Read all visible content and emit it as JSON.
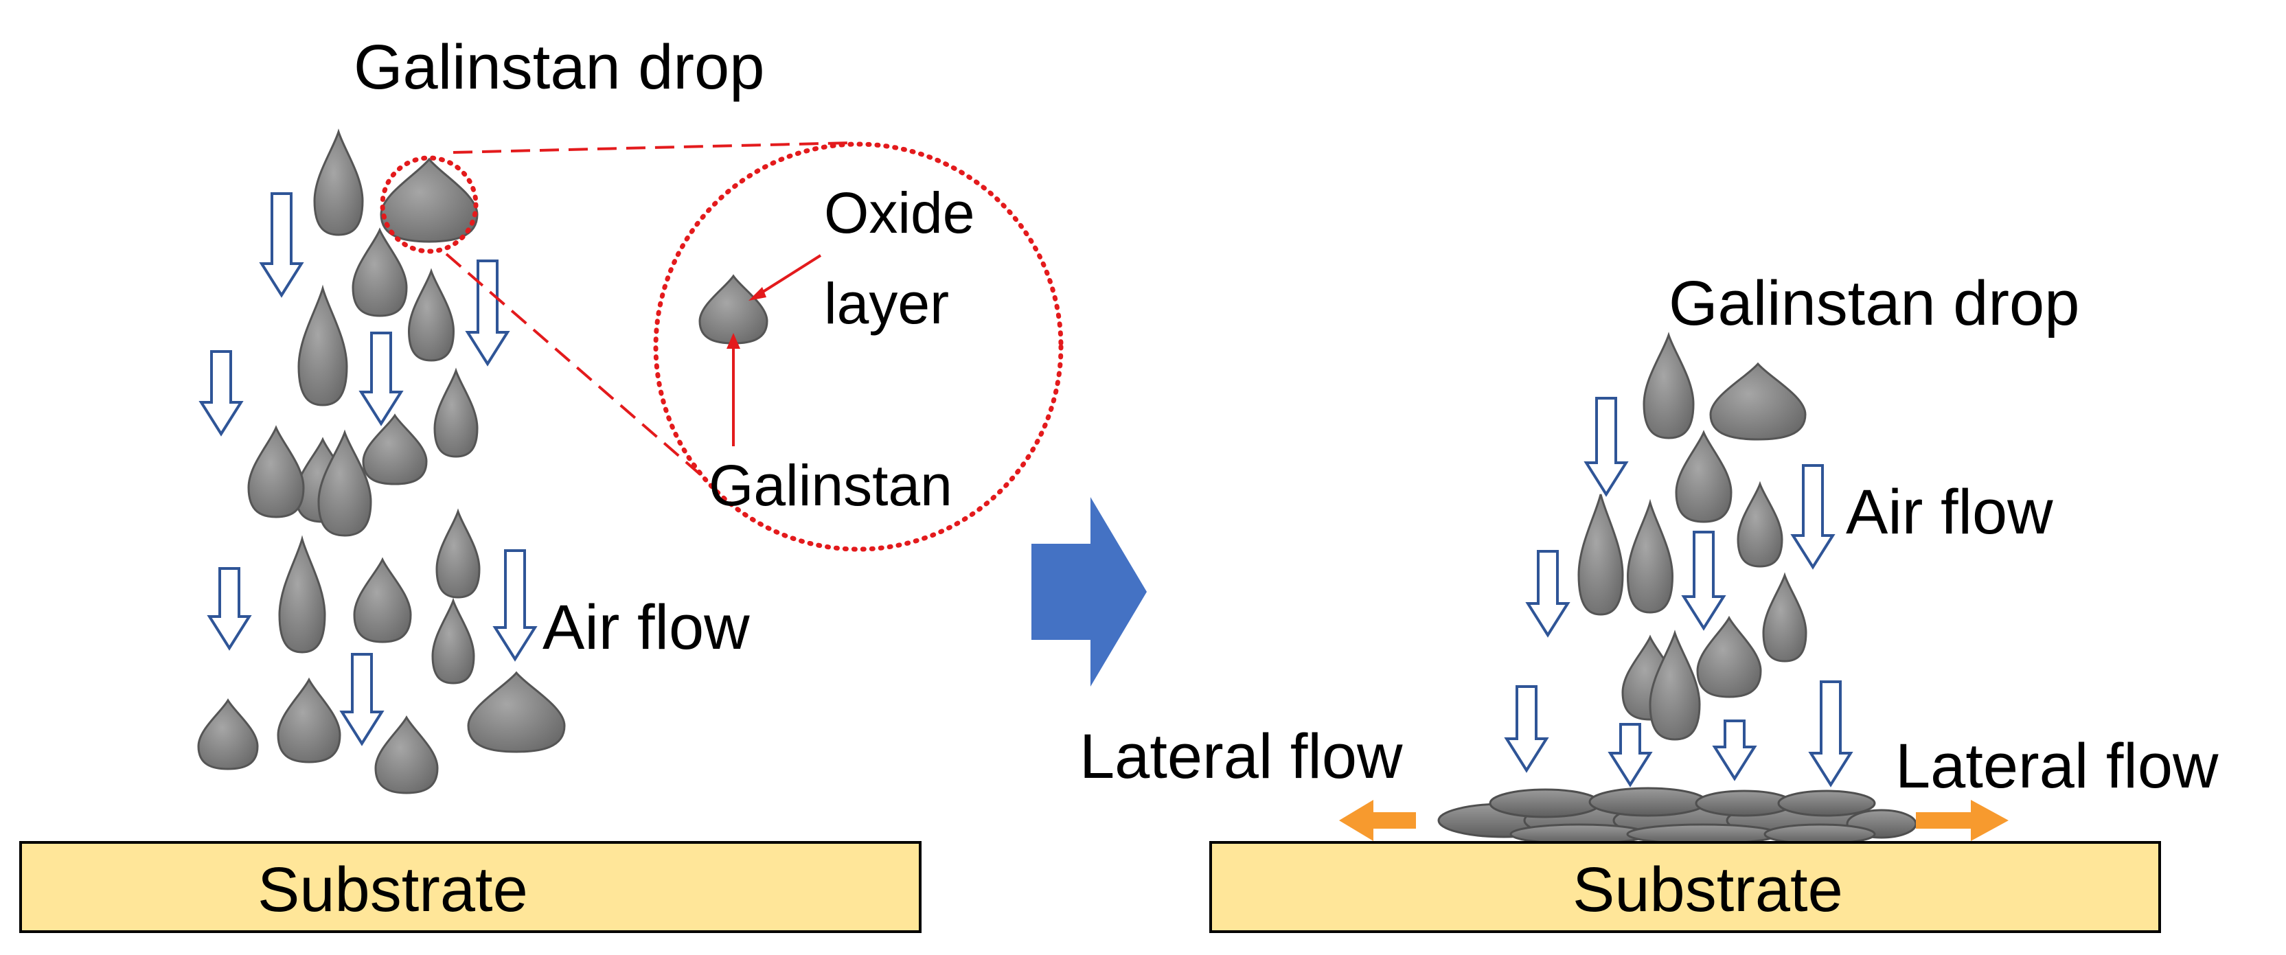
{
  "left_panel": {
    "title": "Galinstan drop",
    "air_flow_label": "Air flow",
    "substrate_label": "Substrate",
    "zoom": {
      "oxide_label_line1": "Oxide",
      "oxide_label_line2": "layer",
      "core_label": "Galinstan"
    }
  },
  "right_panel": {
    "title": "Galinstan drop",
    "air_flow_label": "Air flow",
    "lateral_flow_left": "Lateral flow",
    "lateral_flow_right": "Lateral flow",
    "substrate_label": "Substrate"
  },
  "colors": {
    "drop_fill": "#777777",
    "drop_highlight": "#a6a6a6",
    "arrow_outline": "#2f5597",
    "substrate_fill": "#ffe699",
    "transition_arrow": "#4472c4",
    "lateral_arrow": "#f79a2e",
    "zoom_red": "#e31a1c"
  },
  "icons": {
    "transition": "right-chevron-arrow-icon",
    "air_flow": "hollow-down-arrow-icon",
    "lateral_flow": "orange-side-arrow-icon"
  }
}
